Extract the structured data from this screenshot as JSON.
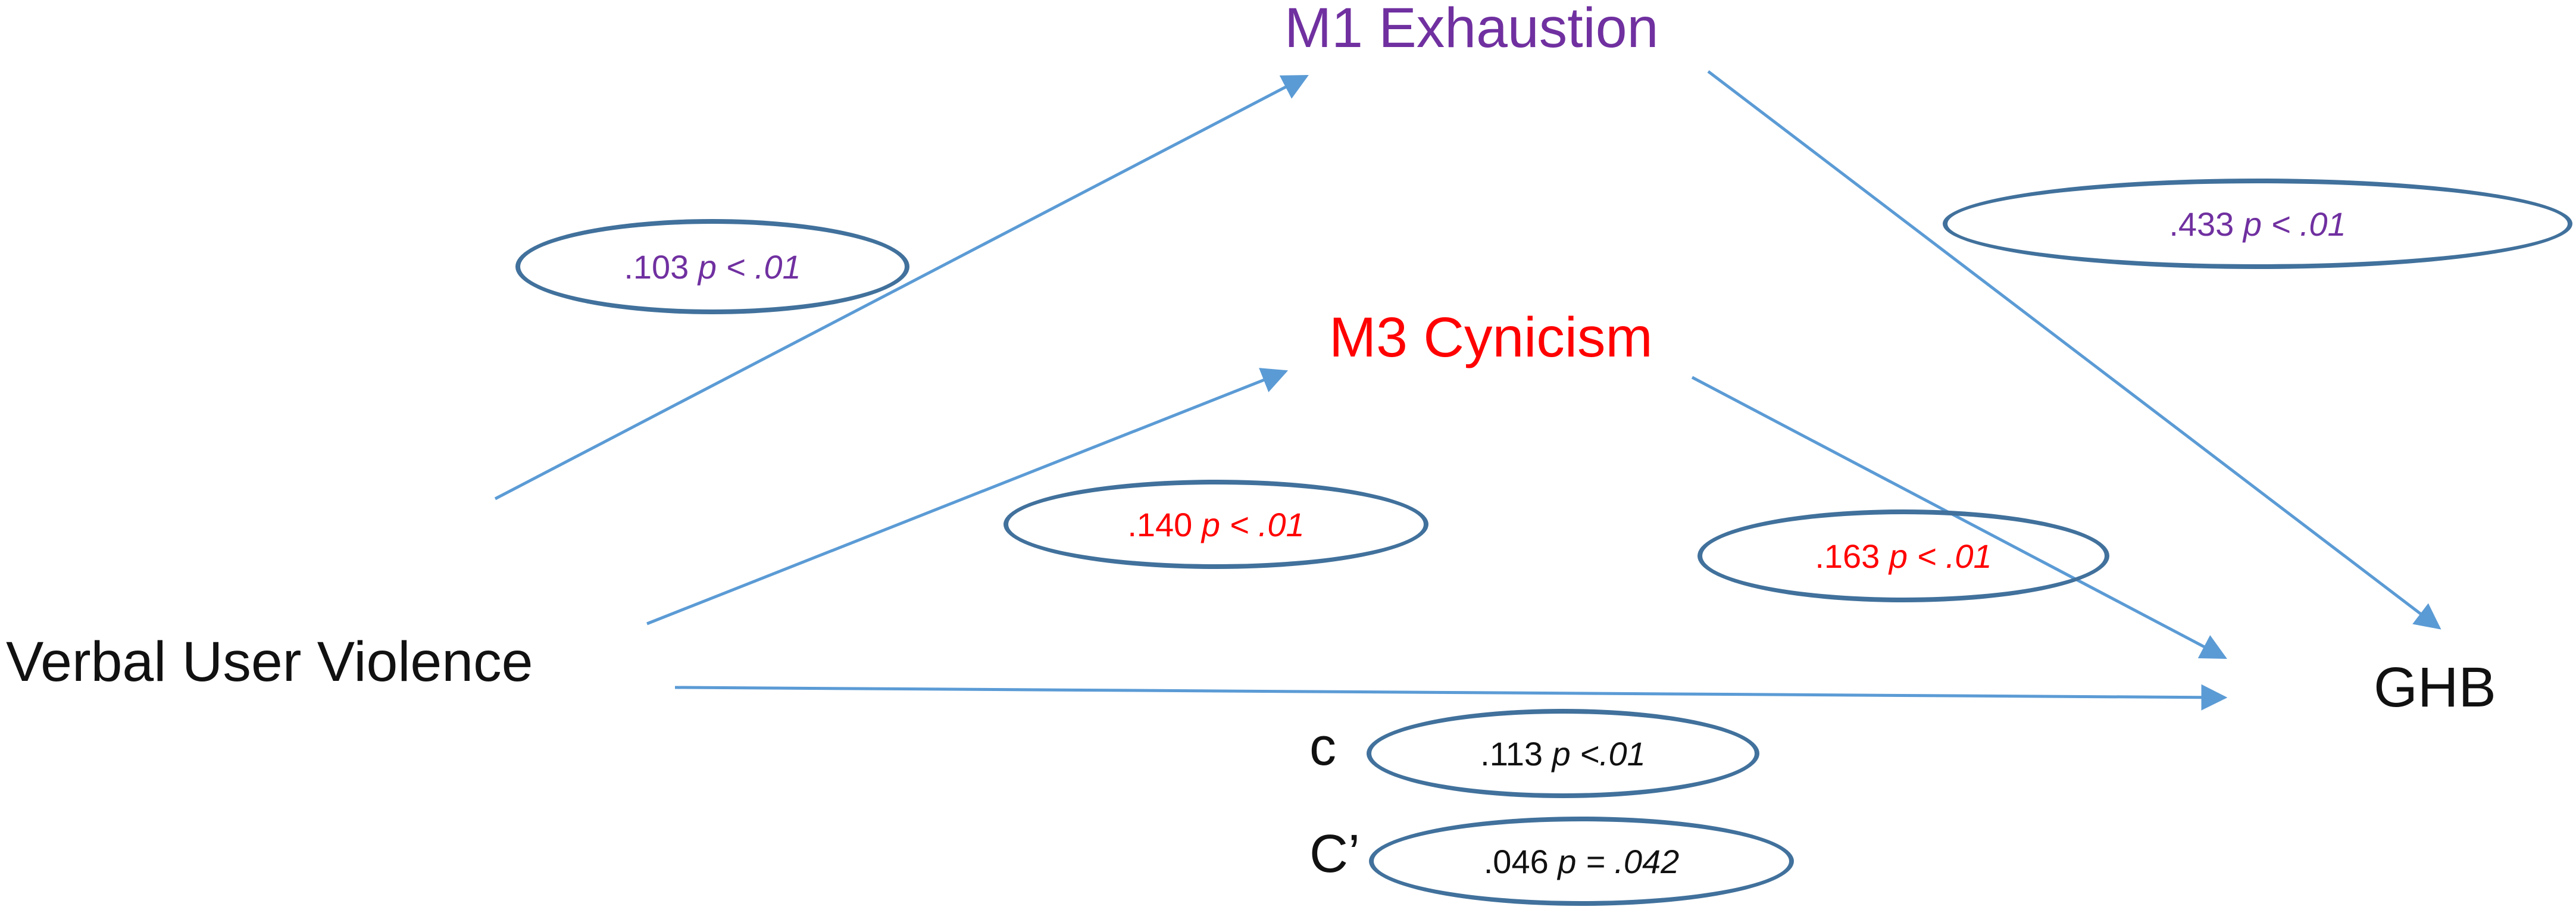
{
  "colors": {
    "arrow": "#5b9bd5",
    "ellipse_border": "#41719c",
    "m1": "#7030a0",
    "m3": "#ff0000",
    "default_text": "#111111"
  },
  "nodes": {
    "x": "Verbal User Violence",
    "m1": "M1 Exhaustion",
    "m3": "M3 Cynicism",
    "y": "GHB"
  },
  "coefficients": {
    "x_m1": {
      "value": ".103",
      "sig": "p < .01"
    },
    "m1_y": {
      "value": ".433",
      "sig": "p < .01"
    },
    "x_m3": {
      "value": ".140",
      "sig": "p < .01"
    },
    "m3_y": {
      "value": ".163",
      "sig": "p < .01"
    },
    "total": {
      "label": "c",
      "value": ".113",
      "sig": "p <.01"
    },
    "direct": {
      "label": "C’",
      "value": ".046",
      "sig": "p = .042"
    }
  }
}
